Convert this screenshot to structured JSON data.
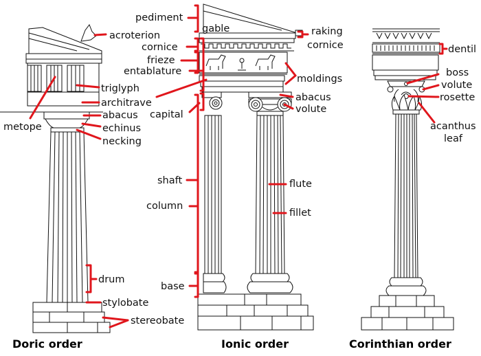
{
  "colors": {
    "pointer": "#e0161c",
    "ink": "#111111",
    "background": "#ffffff"
  },
  "titles": {
    "doric": "Doric order",
    "ionic": "Ionic order",
    "corinthian": "Corinthian order"
  },
  "labels": {
    "acroterion": "acroterion",
    "triglyph": "triglyph",
    "architrave": "architrave",
    "metope": "metope",
    "abacus_doric": "abacus",
    "echinus": "echinus",
    "necking": "necking",
    "drum": "drum",
    "stylobate": "stylobate",
    "stereobate": "stereobate",
    "pediment": "pediment",
    "gable": "gable",
    "cornice": "cornice",
    "frieze": "frieze",
    "entablature": "entablature",
    "capital": "capital",
    "shaft": "shaft",
    "column": "column",
    "base": "base",
    "raking_line1": "raking",
    "raking_line2": "cornice",
    "moldings": "moldings",
    "abacus_ionic": "abacus",
    "volute_ionic": "volute",
    "flute": "flute",
    "fillet": "fillet",
    "dentil": "dentil",
    "boss": "boss",
    "volute_corinthian": "volute",
    "rosette": "rosette",
    "acanthus_line1": "acanthus",
    "acanthus_line2": "leaf"
  }
}
